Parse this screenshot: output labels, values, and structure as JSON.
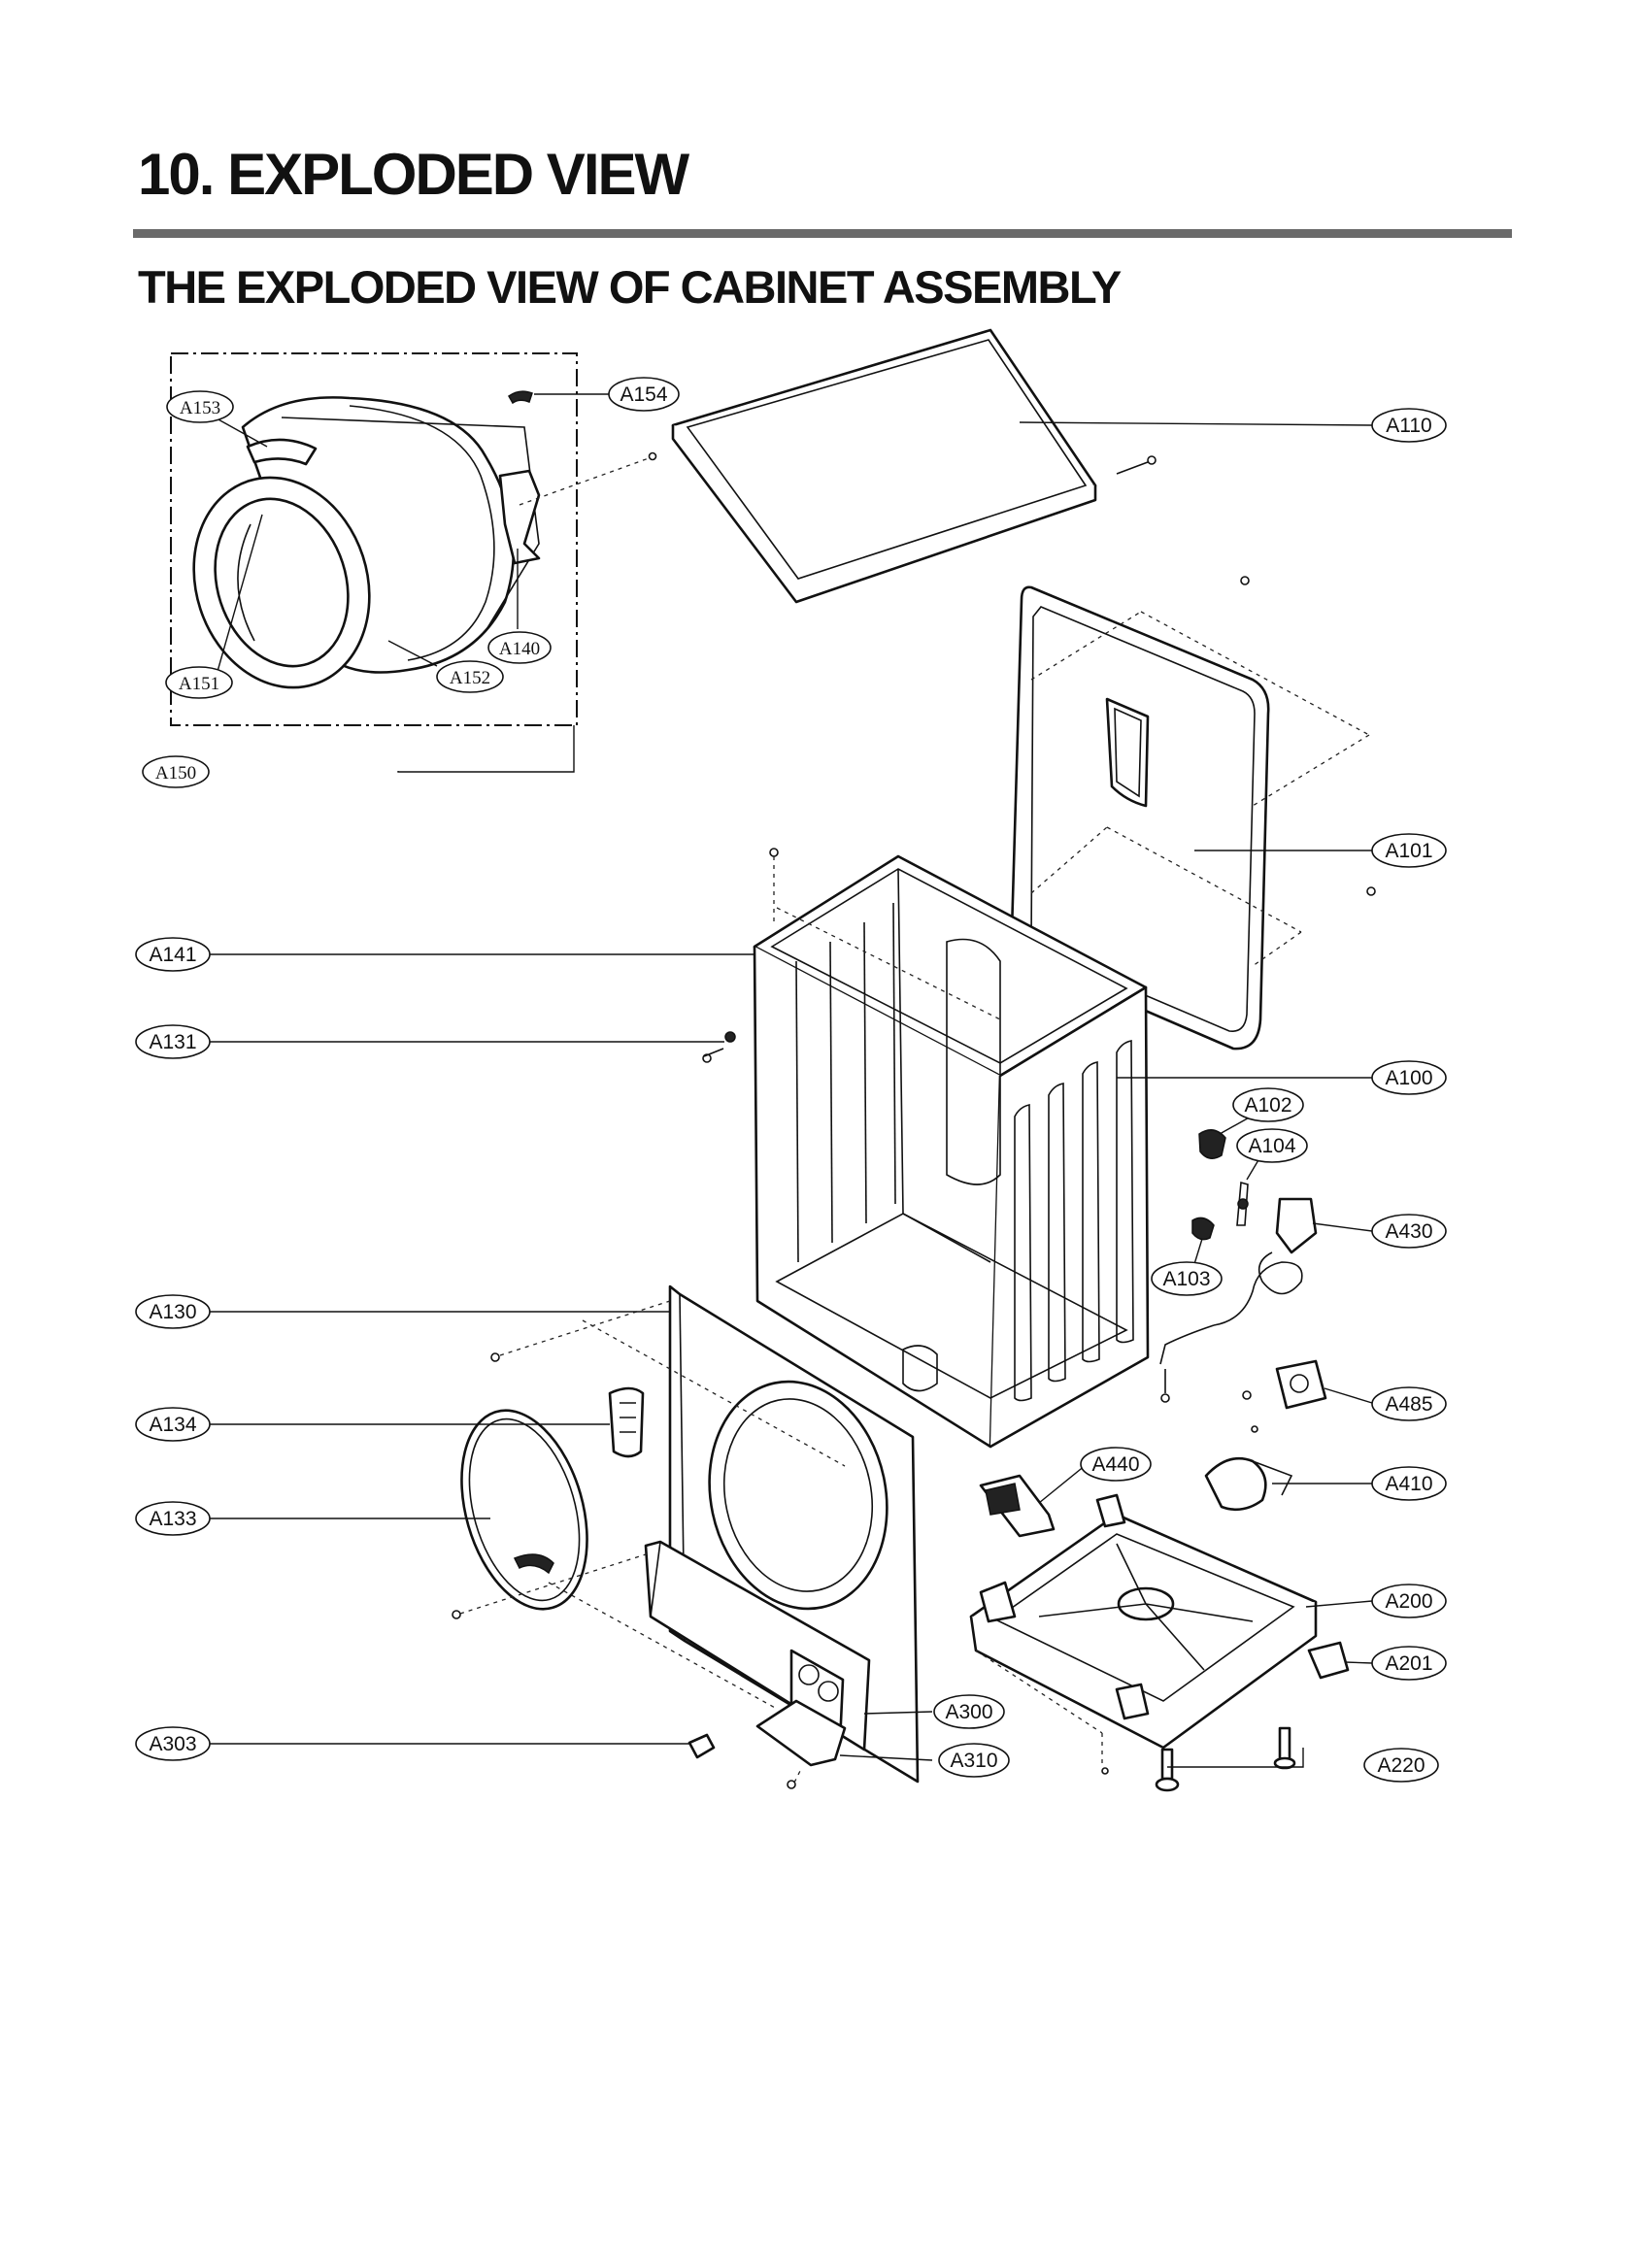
{
  "header": {
    "title": "10. EXPLODED VIEW",
    "subtitle": "THE EXPLODED VIEW OF CABINET ASSEMBLY"
  },
  "parts": {
    "A153": "A153",
    "A154": "A154",
    "A110": "A110",
    "A140": "A140",
    "A151": "A151",
    "A152": "A152",
    "A150": "A150",
    "A101": "A101",
    "A141": "A141",
    "A131": "A131",
    "A100": "A100",
    "A102": "A102",
    "A104": "A104",
    "A430": "A430",
    "A103": "A103",
    "A130": "A130",
    "A134": "A134",
    "A485": "A485",
    "A440": "A440",
    "A410": "A410",
    "A133": "A133",
    "A200": "A200",
    "A201": "A201",
    "A300": "A300",
    "A303": "A303",
    "A310": "A310",
    "A220": "A220"
  }
}
